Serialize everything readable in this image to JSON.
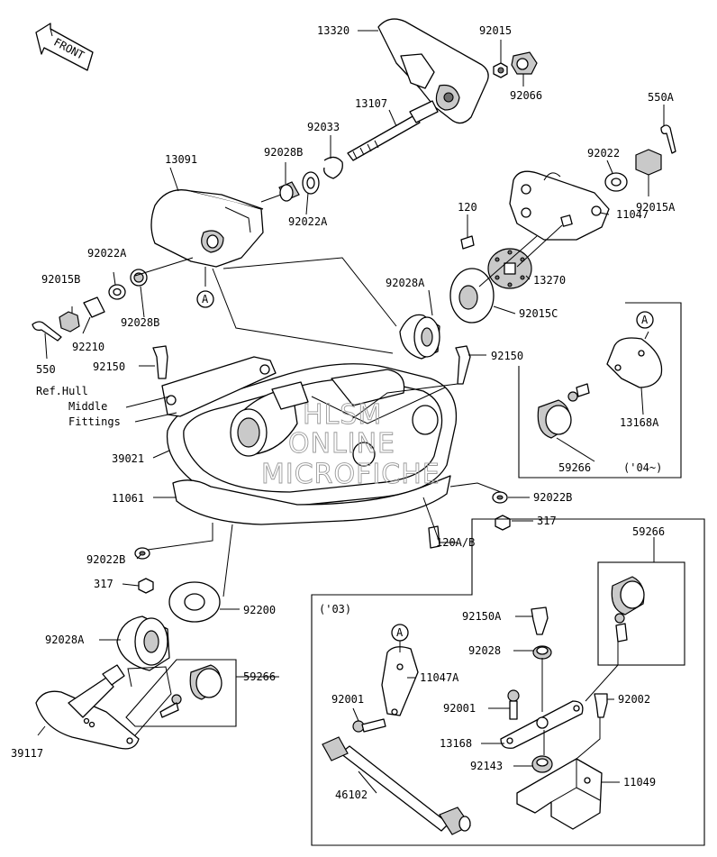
{
  "front_label": "FRONT",
  "callouts": {
    "c1": "13320",
    "c2": "92015",
    "c3": "92066",
    "c4": "13107",
    "c5": "550A",
    "c6": "92033",
    "c7": "13091",
    "c8": "92028B",
    "c9": "92022",
    "c10": "92015A",
    "c11": "92022A",
    "c12": "120",
    "c13": "11047",
    "c14": "92022A",
    "c15": "92015B",
    "c16": "92028A",
    "c17": "13270",
    "c18": "92028B",
    "c19": "92015C",
    "c20": "92210",
    "c21": "92150",
    "c22": "550",
    "c23": "92150",
    "c24": "13168A",
    "c25": "59266",
    "c26": "39021",
    "c27": "11061",
    "c28": "92022B",
    "c29": "317",
    "c30": "120A/B",
    "c31": "92022B",
    "c32": "317",
    "c33": "59266",
    "c34": "92200",
    "c35": "92150A",
    "c36": "92028A",
    "c37": "92028",
    "c38": "11047A",
    "c39": "59266",
    "c40": "92001",
    "c41": "92001",
    "c42": "92002",
    "c43": "13168",
    "c44": "39117",
    "c45": "92143",
    "c46": "11049",
    "c47": "46102"
  },
  "ref_hull": {
    "line1": "Ref.Hull",
    "line2": "Middle",
    "line3": "Fittings"
  },
  "year_labels": {
    "y04": "('04~)",
    "y03": "('03)"
  },
  "ref_marks": {
    "a1": "A",
    "a2": "A",
    "a3": "A"
  },
  "watermark": {
    "line1": "HLSM",
    "line2": "ONLINE",
    "line3": "MICROFICHE"
  }
}
